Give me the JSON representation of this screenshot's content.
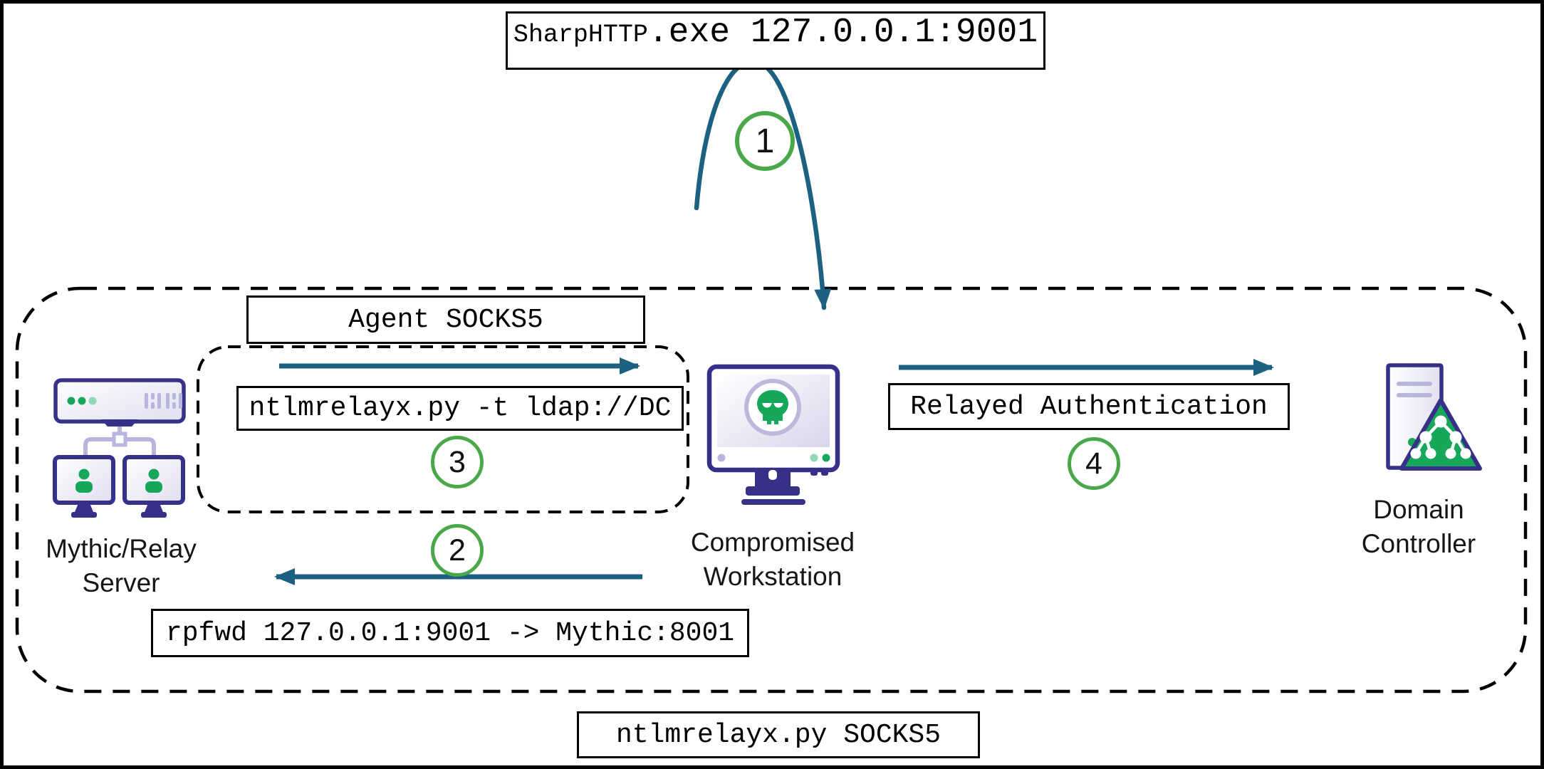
{
  "diagram": {
    "title_box": {
      "prefix": "SharpHTTP",
      "suffix": ".exe 127.0.0.1:9001"
    },
    "labels": {
      "agent_socks5": "Agent SOCKS5",
      "relay_cmd": "ntlmrelayx.py -t ldap://DC",
      "rpfwd_cmd": "rpfwd 127.0.0.1:9001 -> Mythic:8001",
      "relayed_auth": "Relayed Authentication",
      "socks_proxy": "ntlmrelayx.py SOCKS5"
    },
    "steps": {
      "s1": "1",
      "s2": "2",
      "s3": "3",
      "s4": "4"
    },
    "nodes": {
      "mythic_server": {
        "line1": "Mythic/Relay",
        "line2": "Server"
      },
      "workstation": {
        "line1": "Compromised",
        "line2": "Workstation"
      },
      "domain_controller": {
        "line1": "Domain",
        "line2": "Controller"
      }
    },
    "colors": {
      "arrow_teal": "#1d6182",
      "step_ring_green": "#4aa84a",
      "icon_indigo": "#373088",
      "icon_green": "#17a75b",
      "icon_green_light": "#8fd9b4",
      "icon_lavender": "#b9b6dd",
      "border_black": "#000000"
    }
  }
}
